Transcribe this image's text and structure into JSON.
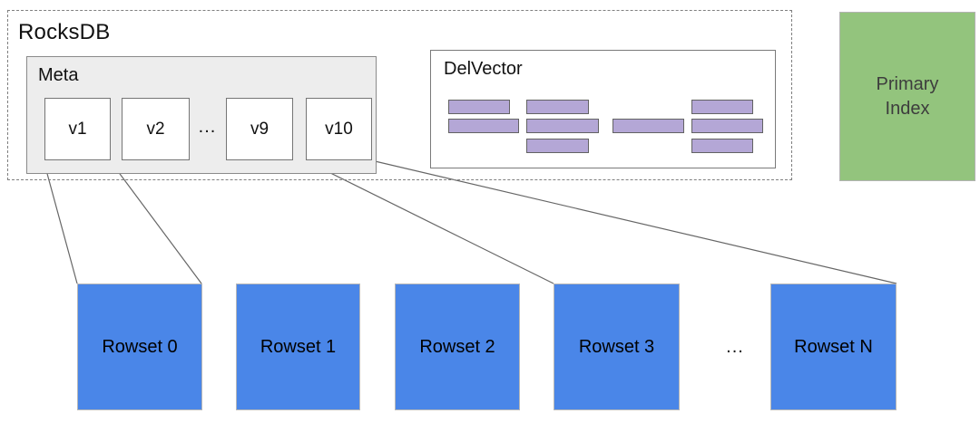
{
  "rocksdb": {
    "label": "RocksDB",
    "meta": {
      "label": "Meta",
      "versions": [
        {
          "label": "v1"
        },
        {
          "label": "v2"
        },
        {
          "label": "v9"
        },
        {
          "label": "v10"
        }
      ],
      "ellipsis": "..."
    },
    "delvector": {
      "label": "DelVector",
      "bar_count": 9
    }
  },
  "primary_index": {
    "label": "Primary\nIndex"
  },
  "rowsets": {
    "items": [
      {
        "label": "Rowset 0"
      },
      {
        "label": "Rowset 1"
      },
      {
        "label": "Rowset 2"
      },
      {
        "label": "Rowset 3"
      },
      {
        "label": "Rowset N"
      }
    ],
    "ellipsis": "..."
  },
  "colors": {
    "rowset_fill": "#4a86e8",
    "primary_index_fill": "#93c47d",
    "delvector_bar_fill": "#b4a7d6",
    "meta_fill": "#ededed",
    "connector_stroke": "#666666"
  }
}
